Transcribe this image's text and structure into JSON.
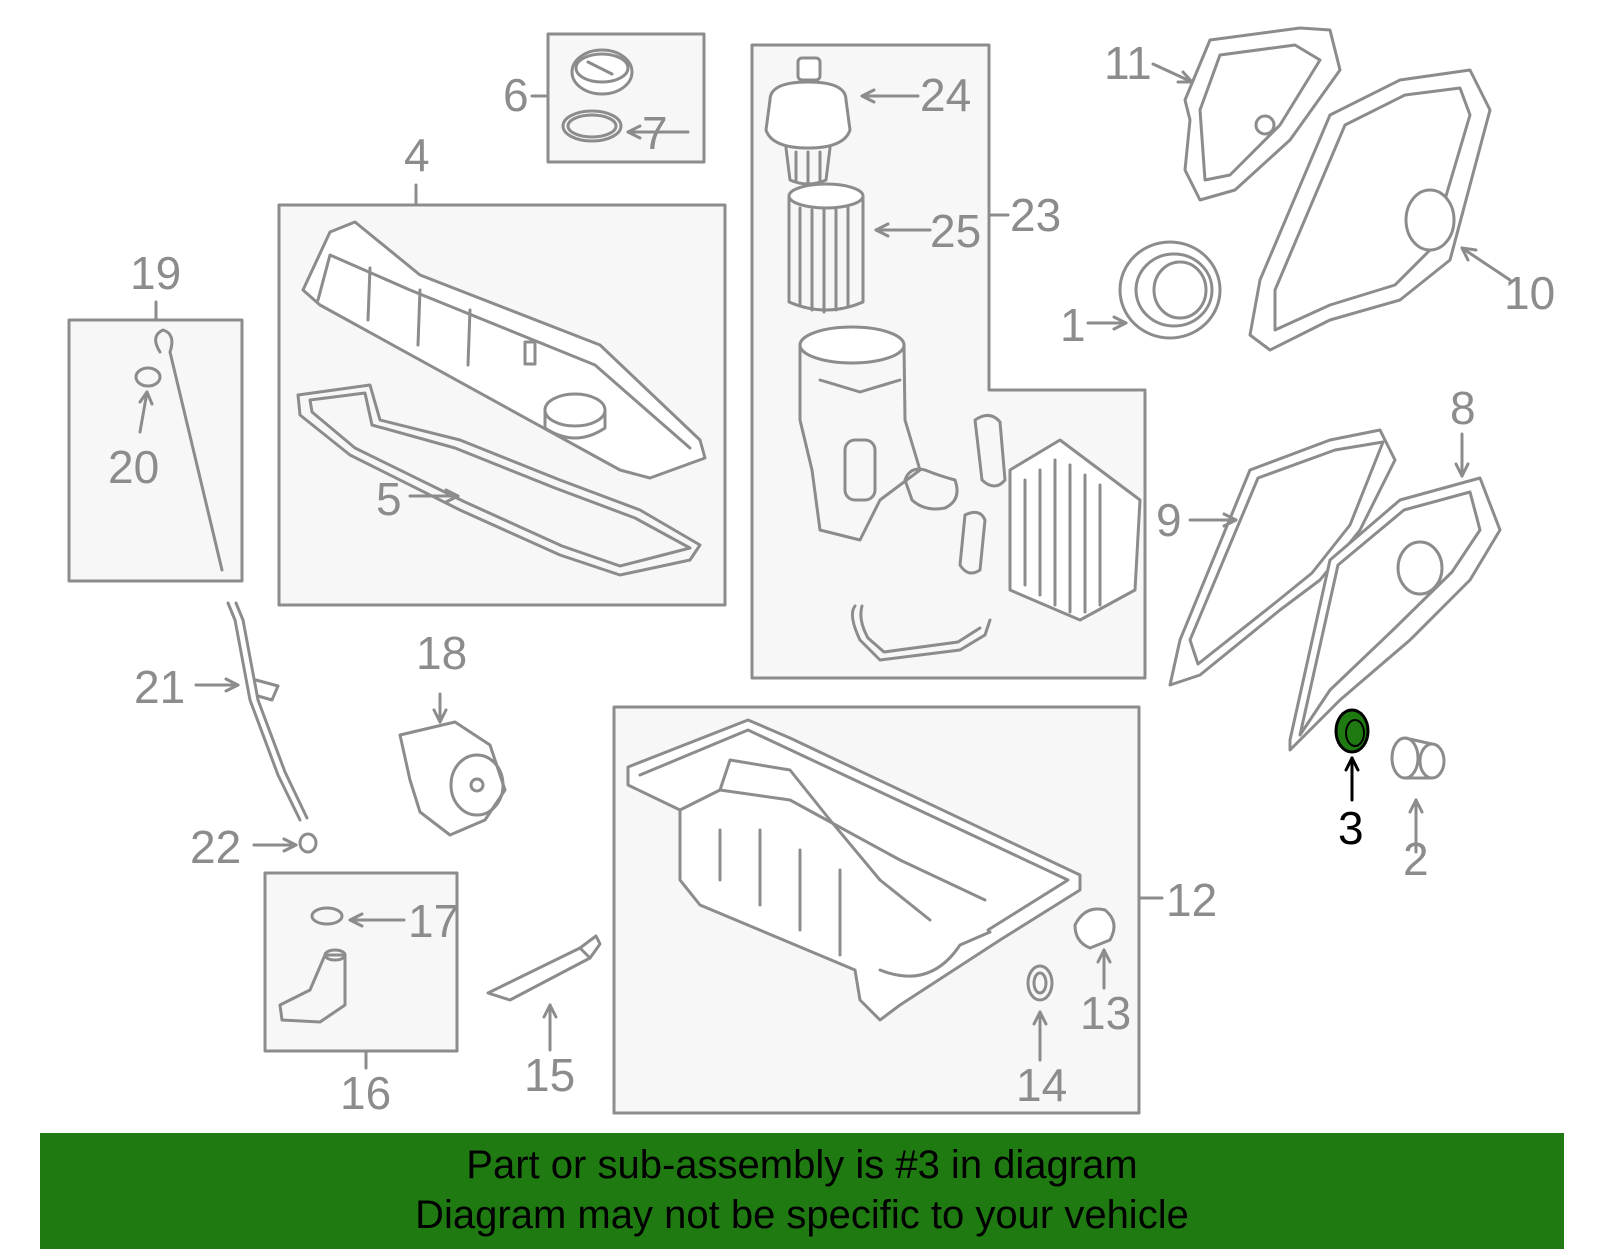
{
  "callouts": {
    "c1": "1",
    "c2": "2",
    "c3": "3",
    "c4": "4",
    "c5": "5",
    "c6": "6",
    "c7": "7",
    "c8": "8",
    "c9": "9",
    "c10": "10",
    "c11": "11",
    "c12": "12",
    "c13": "13",
    "c14": "14",
    "c15": "15",
    "c16": "16",
    "c17": "17",
    "c18": "18",
    "c19": "19",
    "c20": "20",
    "c21": "21",
    "c22": "22",
    "c23": "23",
    "c24": "24",
    "c25": "25"
  },
  "highlighted_part": "3",
  "banner": {
    "line1": "Part or sub-assembly is #3 in diagram",
    "line2": "Diagram may not be specific to your vehicle"
  },
  "colors": {
    "line": "#8c8c8c",
    "box_fill": "#f7f7f7",
    "highlight_part": "#1f7a12",
    "banner_bg": "#1f7a12"
  }
}
